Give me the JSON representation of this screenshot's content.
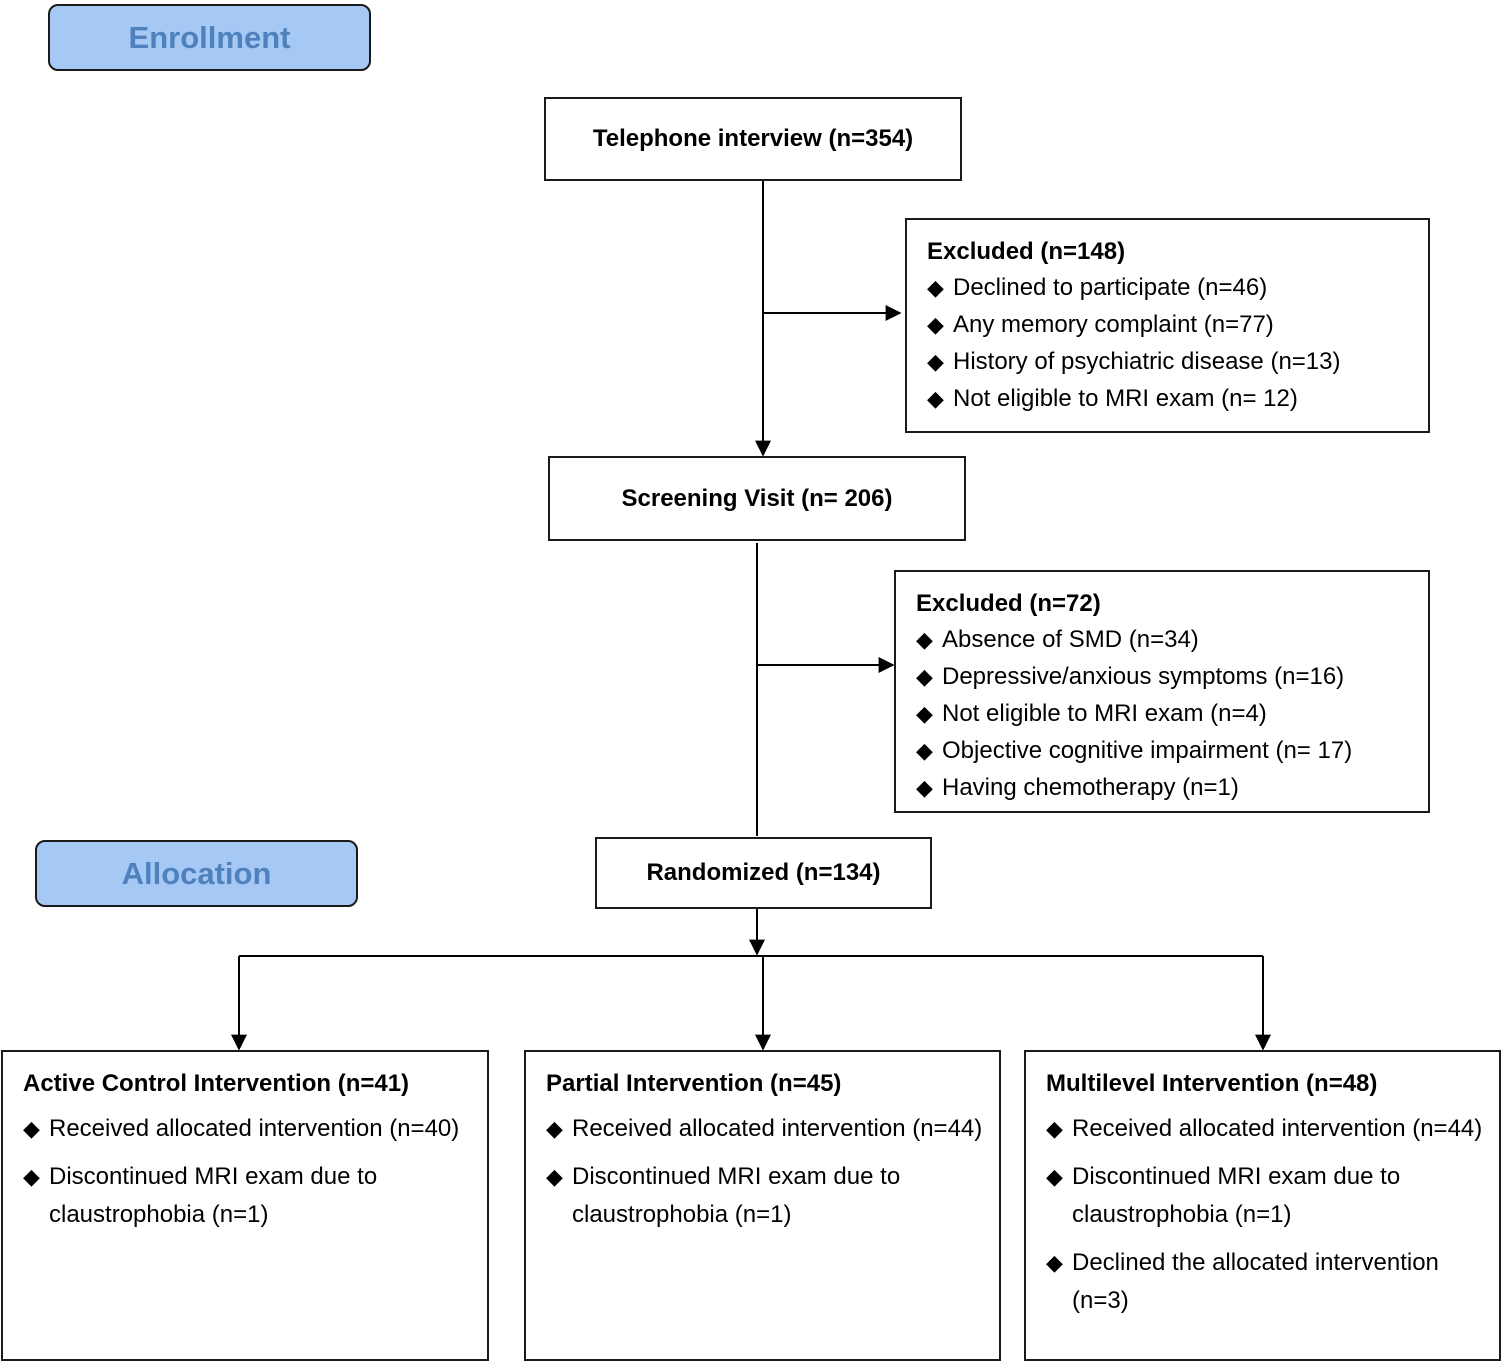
{
  "stages": {
    "enrollment": "Enrollment",
    "allocation": "Allocation"
  },
  "bullet_icon": "diamond-icon",
  "telephone": {
    "label": "Telephone interview (n=354)"
  },
  "excluded1": {
    "title": "Excluded (n=148)",
    "items": [
      "Declined to participate (n=46)",
      "Any memory complaint (n=77)",
      "History of psychiatric disease (n=13)",
      "Not eligible to MRI exam (n= 12)"
    ]
  },
  "screening": {
    "label": "Screening Visit (n= 206)"
  },
  "excluded2": {
    "title": "Excluded (n=72)",
    "items": [
      "Absence of SMD (n=34)",
      "Depressive/anxious symptoms (n=16)",
      "Not eligible to MRI exam (n=4)",
      "Objective cognitive impairment (n= 17)",
      "Having chemotherapy (n=1)"
    ]
  },
  "randomized": {
    "label": "Randomized (n=134)"
  },
  "arms": [
    {
      "title": "Active Control Intervention (n=41)",
      "items": [
        "Received allocated intervention (n=40)",
        "Discontinued MRI exam due to claustrophobia (n=1)"
      ]
    },
    {
      "title": "Partial Intervention (n=45)",
      "items": [
        "Received allocated intervention (n=44)",
        "Discontinued MRI exam due to claustrophobia (n=1)"
      ]
    },
    {
      "title": "Multilevel Intervention (n=48)",
      "items": [
        "Received allocated intervention (n=44)",
        "Discontinued MRI exam due to claustrophobia (n=1)",
        "Declined the allocated intervention (n=3)"
      ]
    }
  ]
}
